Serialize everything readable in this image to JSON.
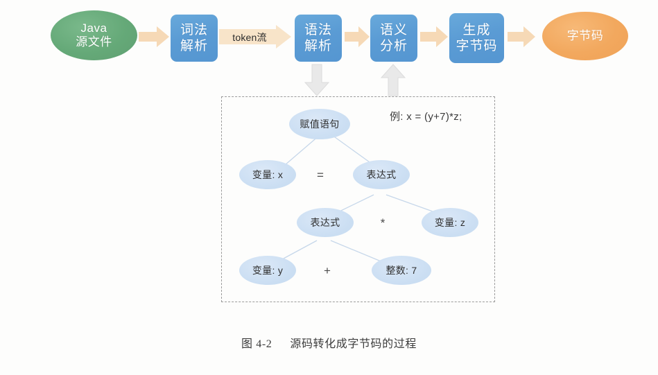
{
  "figure": {
    "caption_number": "图 4-2",
    "caption_text": "源码转化成字节码的过程"
  },
  "colors": {
    "source_ellipse": "#65a978",
    "output_ellipse": "#f2a85e",
    "stage_box": "#5a9bd4",
    "flow_arrow": "#f6d9b6",
    "gray_arrow": "#e4e4e4",
    "tree_node": "#ccdff3",
    "tree_edge": "#c9d9ea",
    "dashed_border": "#9a9a9a",
    "page_background": "#fdfdfc"
  },
  "pipeline": {
    "nodes": [
      {
        "id": "source-file",
        "shape": "ellipse",
        "kind": "source",
        "line1": "Java",
        "line2": "源文件"
      },
      {
        "id": "lexical-analysis",
        "shape": "box",
        "kind": "stage",
        "line1": "词法",
        "line2": "解析"
      },
      {
        "id": "syntax-analysis",
        "shape": "box",
        "kind": "stage",
        "line1": "语法",
        "line2": "解析"
      },
      {
        "id": "semantic-analysis",
        "shape": "box",
        "kind": "stage",
        "line1": "语义",
        "line2": "分析"
      },
      {
        "id": "generate-bytecode",
        "shape": "box",
        "kind": "stage",
        "line1": "生成",
        "line2": "字节码"
      },
      {
        "id": "bytecode",
        "shape": "ellipse",
        "kind": "output",
        "line1": "字节码",
        "line2": ""
      }
    ],
    "edge_labels": [
      {
        "id": "token-stream",
        "label": "token流"
      }
    ],
    "vertical_arrows": [
      {
        "id": "syntax-to-tree",
        "direction": "down",
        "icon": "arrow-down-icon"
      },
      {
        "id": "tree-to-semantic",
        "direction": "up",
        "icon": "arrow-up-icon"
      }
    ]
  },
  "syntax_tree": {
    "example_label": "例: x = (y+7)*z;",
    "nodes": [
      {
        "id": "root",
        "label": "赋值语句"
      },
      {
        "id": "var-x",
        "label": "变量: x"
      },
      {
        "id": "expr-1",
        "label": "表达式"
      },
      {
        "id": "expr-2",
        "label": "表达式"
      },
      {
        "id": "var-z",
        "label": "变量: z"
      },
      {
        "id": "var-y",
        "label": "变量: y"
      },
      {
        "id": "int-7",
        "label": "整数: 7"
      }
    ],
    "operators": [
      {
        "id": "op-assign",
        "label": "="
      },
      {
        "id": "op-multiply",
        "label": "*"
      },
      {
        "id": "op-plus",
        "label": "+"
      }
    ]
  }
}
